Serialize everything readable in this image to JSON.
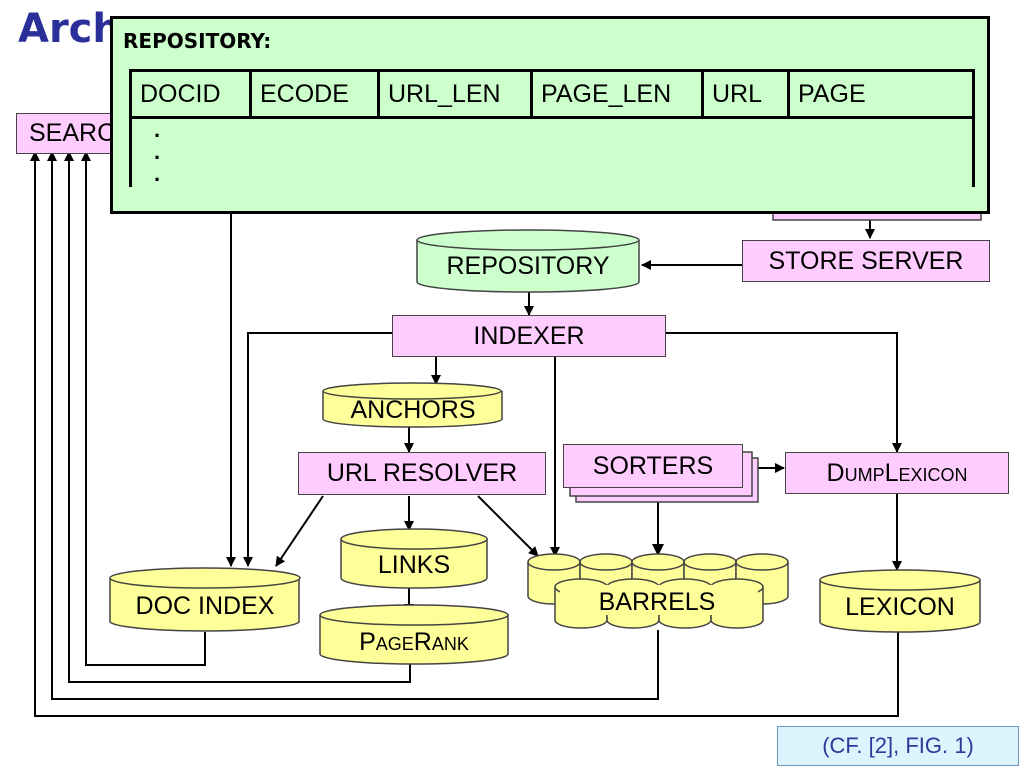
{
  "slide": {
    "title_left": "Arch",
    "title_right": "e",
    "footer_citation": "(CF. [2], FIG. 1)"
  },
  "callout": {
    "title": "REPOSITORY:",
    "columns": [
      "DOCID",
      "ECODE",
      "URL_LEN",
      "PAGE_LEN",
      "URL",
      "PAGE"
    ],
    "continuation_dots": [
      ".",
      ".",
      "."
    ]
  },
  "nodes": {
    "searcher": "SEARC",
    "store_server": "STORE SERVER",
    "repository": "REPOSITORY",
    "indexer": "INDEXER",
    "anchors": "ANCHORS",
    "url_resolver": "URL RESOLVER",
    "sorters": "SORTERS",
    "dumplexicon": "DumpLexicon",
    "links": "LINKS",
    "doc_index": "DOC INDEX",
    "pagerank": "PageRank",
    "barrels": "BARRELS",
    "lexicon": "LEXICON"
  },
  "colors": {
    "title": "#2b2f9a",
    "process_box": "#ffccff",
    "storage": "#ffff99",
    "repository_storage": "#ccffcc",
    "callout_bg": "#ccffcc",
    "footer_bg": "#ddf4ff",
    "footer_text": "#2b3a9a"
  }
}
